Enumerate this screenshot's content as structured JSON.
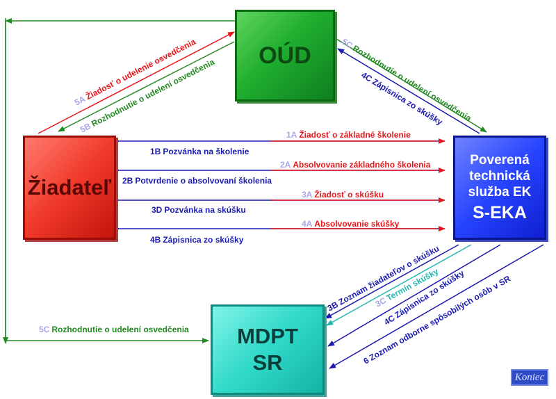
{
  "nodes": {
    "oud": "OÚD",
    "ziadatel": "Žiadateľ",
    "seka_lines": [
      "Poverená",
      "technická",
      "služba EK"
    ],
    "seka_abbr": "S-EKA",
    "mdpt_line1": "MDPT",
    "mdpt_line2": "SR"
  },
  "colors": {
    "red": "#e8161a",
    "blue": "#1a1ab0",
    "green": "#248a24",
    "teal": "#22b8b0",
    "faded_number": "#a7a7e8"
  },
  "edges": {
    "e5a": {
      "num": "5A",
      "text": "Žiadosť o udelenie osvedčenia"
    },
    "e5b": {
      "num": "5B",
      "text": "Rozhodnutie o udelení osvedčenia"
    },
    "e5c_top": {
      "num": "5C",
      "text": "Rozhodnutie o udelení osvedčenia"
    },
    "e4c_top": {
      "num": "4C",
      "text": "Zápisnica  zo skúšky"
    },
    "e1a": {
      "num": "1A",
      "text": "Žiadosť o základné školenie"
    },
    "e1b": {
      "num": "1B",
      "text": "Pozvánka na školenie"
    },
    "e2a": {
      "num": "2A",
      "text": "Absolvovanie základného školenia"
    },
    "e2b": {
      "num": "2B",
      "text": "Potvrdenie o absolvovaní školenia"
    },
    "e3a": {
      "num": "3A",
      "text": "Žiadosť o skúšku"
    },
    "e3d": {
      "num": "3D",
      "text": "Pozvánka na skúšku"
    },
    "e4a": {
      "num": "4A",
      "text": "Absolvovanie skúšky"
    },
    "e4b": {
      "num": "4B",
      "text": "Zápisnica  zo skúšky"
    },
    "e5c_left": {
      "num": "5C",
      "text": "Rozhodnutie o udelení osvedčenia"
    },
    "e3b": {
      "num": "3B",
      "text": "Zoznam žiadateľov o skúšku"
    },
    "e3c": {
      "num": "3C",
      "text": "Termín skúšky"
    },
    "e4c_bottom": {
      "num": "4C",
      "text": "Zápisnica  zo skúšky"
    },
    "e6": {
      "num": "6",
      "text": "Zoznam odborne spôsobilých osôb v SR"
    }
  },
  "koniec_button": "Koniec"
}
